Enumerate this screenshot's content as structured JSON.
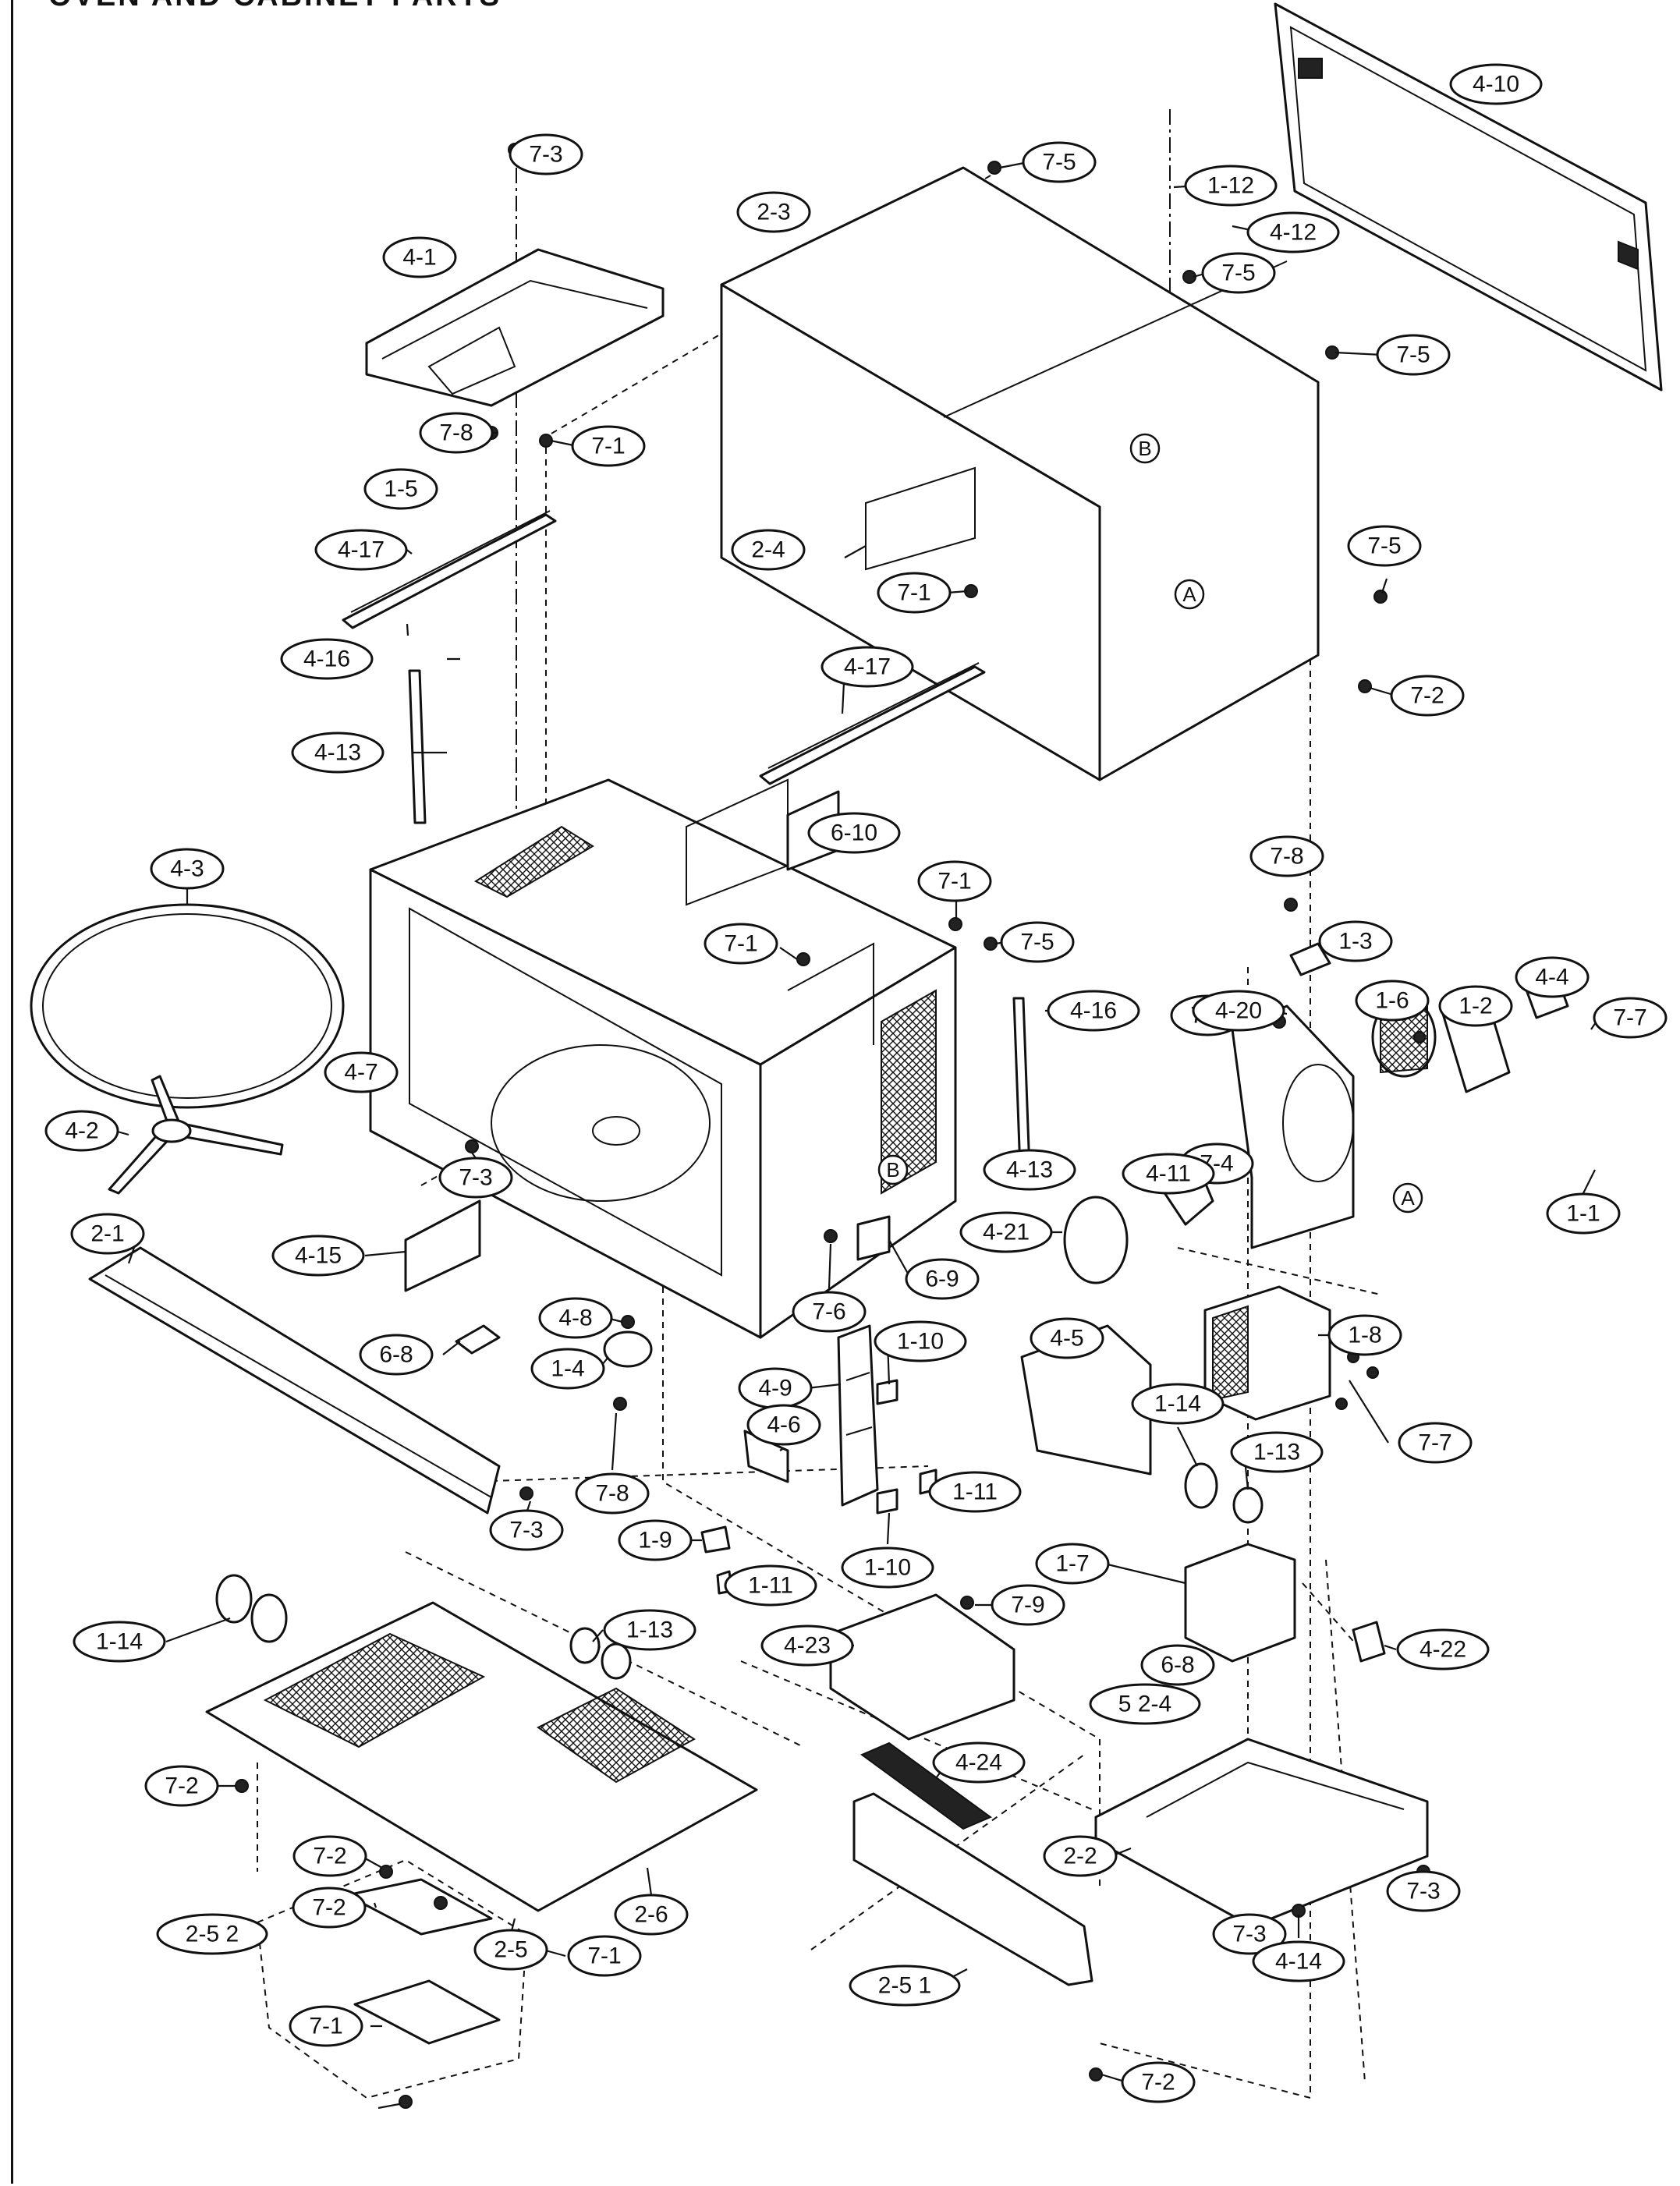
{
  "title": "OVEN AND CABINET PARTS",
  "callouts": [
    {
      "label": "4-10"
    },
    {
      "label": "7-3"
    },
    {
      "label": "7-5"
    },
    {
      "label": "1-12"
    },
    {
      "label": "2-3"
    },
    {
      "label": "4-12"
    },
    {
      "label": "4-1"
    },
    {
      "label": "7-5"
    },
    {
      "label": "7-5"
    },
    {
      "label": "7-8"
    },
    {
      "label": "7-1"
    },
    {
      "label": "1-5"
    },
    {
      "label": "2-4"
    },
    {
      "label": "7-5"
    },
    {
      "label": "4-17"
    },
    {
      "label": "7-1"
    },
    {
      "label": "4-16"
    },
    {
      "label": "4-17"
    },
    {
      "label": "7-2"
    },
    {
      "label": "4-13"
    },
    {
      "label": "6-10"
    },
    {
      "label": "4-3"
    },
    {
      "label": "7-8"
    },
    {
      "label": "7-1"
    },
    {
      "label": "7-1"
    },
    {
      "label": "7-5"
    },
    {
      "label": "1-3"
    },
    {
      "label": "7-1"
    },
    {
      "label": "1-6"
    },
    {
      "label": "4-4"
    },
    {
      "label": "1-2"
    },
    {
      "label": "4-16"
    },
    {
      "label": "4-20"
    },
    {
      "label": "7-7"
    },
    {
      "label": "4-7"
    },
    {
      "label": "4-2"
    },
    {
      "label": "7-3"
    },
    {
      "label": "7-4"
    },
    {
      "label": "4-13"
    },
    {
      "label": "4-11"
    },
    {
      "label": "1-1"
    },
    {
      "label": "2-1"
    },
    {
      "label": "4-21"
    },
    {
      "label": "4-15"
    },
    {
      "label": "7-6"
    },
    {
      "label": "6-9"
    },
    {
      "label": "4-8"
    },
    {
      "label": "1-8"
    },
    {
      "label": "6-8"
    },
    {
      "label": "1-4"
    },
    {
      "label": "4-5"
    },
    {
      "label": "1-10"
    },
    {
      "label": "4-9"
    },
    {
      "label": "1-14"
    },
    {
      "label": "1-13"
    },
    {
      "label": "4-6"
    },
    {
      "label": "7-7"
    },
    {
      "label": "7-8"
    },
    {
      "label": "1-11"
    },
    {
      "label": "7-3"
    },
    {
      "label": "1-9"
    },
    {
      "label": "1-10"
    },
    {
      "label": "1-7"
    },
    {
      "label": "1-11"
    },
    {
      "label": "7-9"
    },
    {
      "label": "1-14"
    },
    {
      "label": "1-13"
    },
    {
      "label": "4-23"
    },
    {
      "label": "4-22"
    },
    {
      "label": "6-8"
    },
    {
      "label": "5 2-4"
    },
    {
      "label": "7-2"
    },
    {
      "label": "4-24"
    },
    {
      "label": "7-2"
    },
    {
      "label": "2-2"
    },
    {
      "label": "7-3"
    },
    {
      "label": "2-6"
    },
    {
      "label": "7-3"
    },
    {
      "label": "2-5"
    },
    {
      "label": "2-5 2"
    },
    {
      "label": "7-2"
    },
    {
      "label": "7-1"
    },
    {
      "label": "4-14"
    },
    {
      "label": "2-5 1"
    },
    {
      "label": "7-1"
    },
    {
      "label": "7-2"
    }
  ],
  "reference_marks": [
    {
      "label": "B"
    },
    {
      "label": "A"
    },
    {
      "label": "B"
    },
    {
      "label": "A"
    }
  ]
}
